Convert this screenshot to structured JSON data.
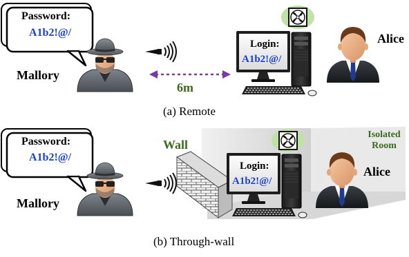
{
  "remote": {
    "bubble": {
      "label": "Password:",
      "value": "A1b2!@/"
    },
    "attacker": "Mallory",
    "screen": {
      "label": "Login:",
      "value": "A1b2!@/"
    },
    "victim": "Alice",
    "distance": "6m",
    "caption": "(a)  Remote"
  },
  "through_wall": {
    "bubble": {
      "label": "Password:",
      "value": "A1b2!@/"
    },
    "attacker": "Mallory",
    "wall_label": "Wall",
    "room_label_line1": "Isolated",
    "room_label_line2": "Room",
    "screen": {
      "label": "Login:",
      "value": "A1b2!@/"
    },
    "victim": "Alice",
    "caption": "(b)  Through-wall"
  },
  "colors": {
    "password_blue": "#1a3fd6",
    "label_green": "#3d6b1e",
    "arrow_purple": "#7a3aa6"
  }
}
